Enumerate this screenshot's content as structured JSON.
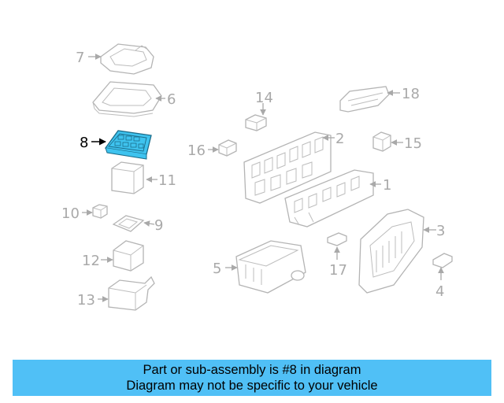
{
  "diagram": {
    "highlight_color": "#3ec3ef",
    "parts": [
      {
        "id": "1",
        "label": "1"
      },
      {
        "id": "2",
        "label": "2"
      },
      {
        "id": "3",
        "label": "3"
      },
      {
        "id": "4",
        "label": "4"
      },
      {
        "id": "5",
        "label": "5"
      },
      {
        "id": "6",
        "label": "6"
      },
      {
        "id": "7",
        "label": "7"
      },
      {
        "id": "8",
        "label": "8",
        "highlighted": true
      },
      {
        "id": "9",
        "label": "9"
      },
      {
        "id": "10",
        "label": "10"
      },
      {
        "id": "11",
        "label": "11"
      },
      {
        "id": "12",
        "label": "12"
      },
      {
        "id": "13",
        "label": "13"
      },
      {
        "id": "14",
        "label": "14"
      },
      {
        "id": "15",
        "label": "15"
      },
      {
        "id": "16",
        "label": "16"
      },
      {
        "id": "17",
        "label": "17"
      },
      {
        "id": "18",
        "label": "18"
      }
    ]
  },
  "banner": {
    "line1": "Part or sub-assembly is #8 in diagram",
    "line2": "Diagram may not be specific to your vehicle",
    "background": "#50c0f6"
  }
}
